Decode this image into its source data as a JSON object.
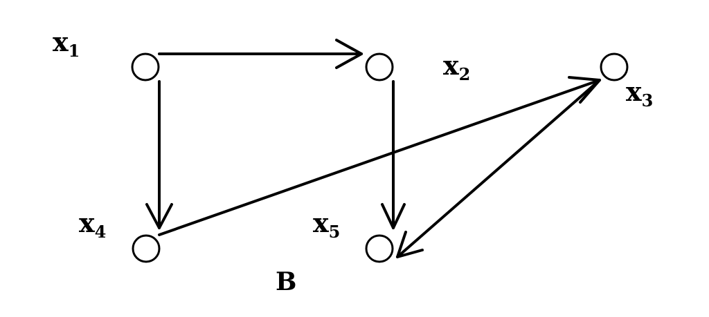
{
  "diagram": {
    "nodes": [
      {
        "id": "x1",
        "label": "x",
        "subscript": "1"
      },
      {
        "id": "x2",
        "label": "x",
        "subscript": "2"
      },
      {
        "id": "x3",
        "label": "x",
        "subscript": "3"
      },
      {
        "id": "x4",
        "label": "x",
        "subscript": "4"
      },
      {
        "id": "x5",
        "label": "x",
        "subscript": "5"
      }
    ],
    "edges": [
      {
        "from": "x1",
        "to": "x2"
      },
      {
        "from": "x1",
        "to": "x4"
      },
      {
        "from": "x2",
        "to": "x5"
      },
      {
        "from": "x4",
        "to": "x3"
      },
      {
        "from": "x3",
        "to": "x5"
      }
    ],
    "caption": "B",
    "colors": {
      "stroke": "#000000",
      "background": "#ffffff"
    }
  }
}
